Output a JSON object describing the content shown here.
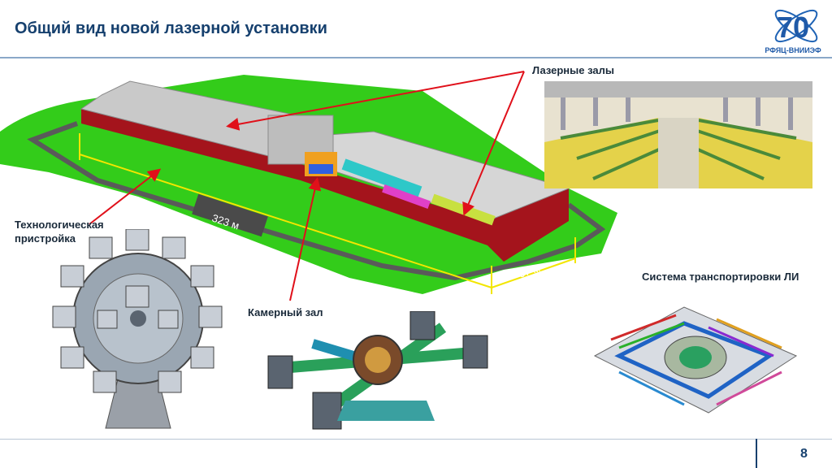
{
  "slide": {
    "title": "Общий вид новой лазерной установки",
    "page_number": "8"
  },
  "logo": {
    "number": "70",
    "caption": "РФЯЦ-ВНИИЭФ"
  },
  "labels": {
    "laser_halls": "Лазерные залы",
    "tech_annex_line1": "Технологическая",
    "tech_annex_line2": "пристройка",
    "chamber_hall": "Камерный зал",
    "transport_system": "Система транспортировки ЛИ"
  },
  "dimensions": {
    "length": "323 м",
    "width": "67 м"
  },
  "colors": {
    "title": "#16406e",
    "arrow": "#e0101a",
    "lawn": "#33cc1a",
    "building_red": "#a4141c",
    "dimension": "#f2e600"
  }
}
